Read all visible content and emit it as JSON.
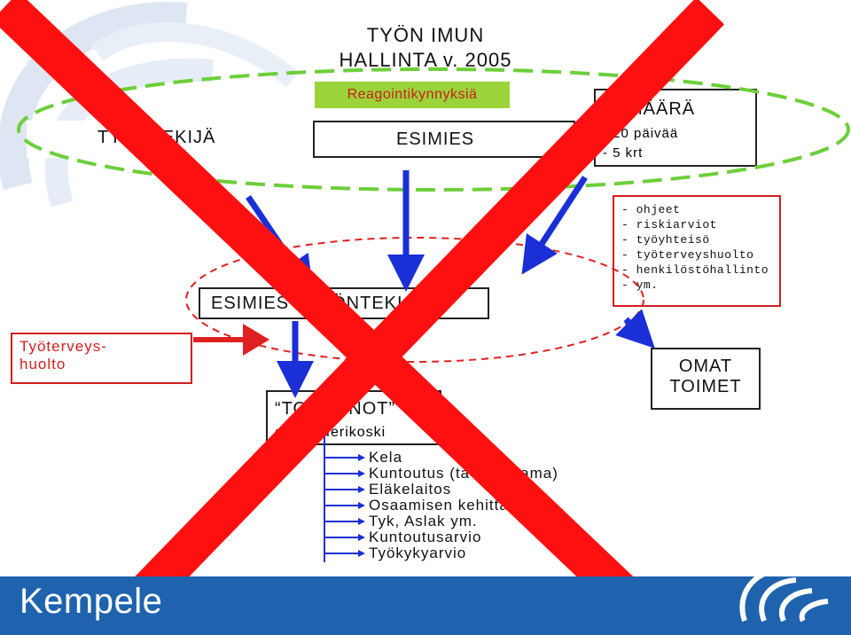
{
  "title_line1": "TYÖN IMUN",
  "title_line2": "HALLINTA v. 2005",
  "threshold_label": "Reagointikynnyksiä",
  "box_employee": "TYÖNTEKIJÄ",
  "box_supervisor": "ESIMIES",
  "box_quantity": {
    "title": "MÄÄRÄ",
    "line1": "- 20 päivää",
    "line2": "- 5 krt"
  },
  "resources": [
    "- ohjeet",
    "- riskiarviot",
    "- työyhteisö",
    "- työterveyshuolto",
    "- henkilöstöhallinto",
    "- ym."
  ],
  "box_pair": "ESIMIES - TYÖNTEKIJÄ",
  "occupational_health": {
    "line1": "Työterveys-",
    "line2": "huolto"
  },
  "actions_box": {
    "line1": "“TOIMINNOT”",
    "line2": "esim. Merikoski"
  },
  "own_actions": {
    "line1": "OMAT",
    "line2": "TOIMET"
  },
  "measures": [
    "Kela",
    "Kuntoutus (ta- maksama)",
    "Eläkelaitos",
    "Osaamisen kehittäminen",
    "Tyk, Aslak ym.",
    "Kuntoutusarvio",
    "Työkykyarvio"
  ],
  "footer_logo": "Kempele",
  "colors": {
    "arrow_blue": "#1a2fd6",
    "arrow_red": "#e02020",
    "dash_green": "#6ccf3a",
    "cross_red": "#ff1010",
    "footer_blue": "#1f63ae",
    "threshold_fill": "#9bd33a"
  }
}
